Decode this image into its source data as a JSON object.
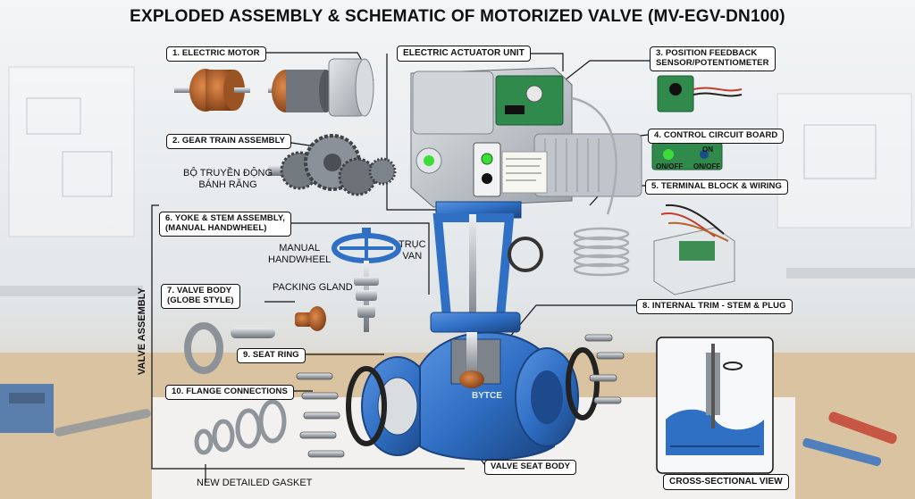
{
  "title": "EXPLODED ASSEMBLY & SCHEMATIC OF MOTORIZED VALVE (MV-EGV-DN100)",
  "labels": {
    "electric_motor": "1. ELECTRIC MOTOR",
    "gear_train": "2. GEAR TRAIN ASSEMBLY",
    "gear_train_vn_line1": "BỘ TRUYỀN ĐỘNG",
    "gear_train_vn_line2": "BÁNH RĂNG",
    "actuator_unit": "ELECTRIC ACTUATOR UNIT",
    "position_feedback_line1": "3. POSITION FEEDBACK",
    "position_feedback_line2": "SENSOR/POTENTIOMETER",
    "control_board": "4. CONTROL CIRCUIT BOARD",
    "on_off_left": "ON/OFF",
    "on_off_right": "ON/OFF",
    "on_label": "ON",
    "terminal_block": "5. TERMINAL BLOCK & WIRING",
    "yoke_line1": "6. YOKE & STEM ASSEMBLY,",
    "yoke_line2": "(MANUAL HANDWHEEL)",
    "manual_handwheel_line1": "MANUAL",
    "manual_handwheel_line2": "HANDWHEEL",
    "truc_van_line1": "TRỤC",
    "truc_van_line2": "VAN",
    "packing_gland": "PACKING GLAND",
    "valve_body_line1": "7. VALVE BODY",
    "valve_body_line2": "(GLOBE STYLE)",
    "internal_trim": "8. INTERNAL TRIM - STEM & PLUG",
    "seat_ring": "9. SEAT RING",
    "flange_connections": "10. FLANGE CONNECTIONS",
    "valve_assembly": "VALVE ASSEMBLY",
    "gasket": "NEW DETAILED GASKET",
    "valve_seat_body": "VALVE SEAT BODY",
    "cross_section": "CROSS-SECTIONAL VIEW",
    "body_cast_text": "BYTCE"
  },
  "colors": {
    "valve_blue": "#2f6fc4",
    "valve_blue_dark": "#1d4a8c",
    "actuator_grey": "#c7ccd1",
    "pcb_green": "#2f8a4c",
    "copper": "#b5652b",
    "led_green": "#3ddc3a"
  }
}
